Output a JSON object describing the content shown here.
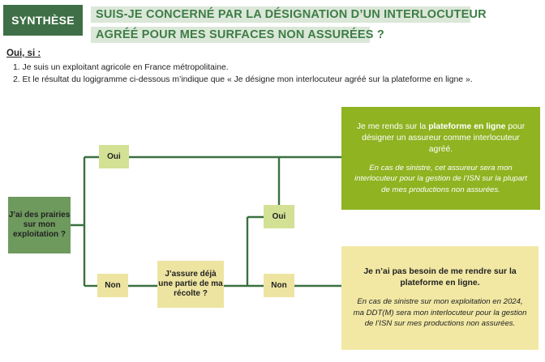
{
  "header": {
    "badge": "SYNTHÈSE",
    "title_line1": "SUIS-JE CONCERNÉ PAR LA DÉSIGNATION D’UN INTERLOCUTEUR",
    "title_line2": "AGRÉÉ POUR MES SURFACES NON ASSURÉES ?"
  },
  "conditions": {
    "title": "Oui, si :",
    "items": [
      "1. Je suis un exploitant agricole en France métropolitaine.",
      "2. Et le résultat du logigramme ci-dessous m’indique que « Je désigne mon interlocuteur agréé sur la plateforme en ligne »."
    ]
  },
  "flow": {
    "q1": "J’ai des prairies sur mon exploitation ?",
    "q2": "J’assure déjà une partie de ma récolte ?",
    "oui": "Oui",
    "non": "Non",
    "result_green": {
      "main_before": "Je me rends sur la ",
      "main_bold": "plateforme en ligne",
      "main_after": " pour désigner un assureur comme interlocuteur agréé.",
      "note": "En cas de sinistre, cet assureur sera mon interlocuteur pour la gestion de l’ISN sur la plupart de mes productions non assurées."
    },
    "result_yellow": {
      "main_before": "Je n’ai pas besoin de me rendre sur la ",
      "main_bold": "plateforme en ligne",
      "main_after": ".",
      "note": "En cas de sinistre sur mon exploitation en 2024, ma DDT(M) sera mon interlocuteur pour la gestion de l’ISN sur mes productions non assurées."
    }
  },
  "colors": {
    "dark_green": "#3e6f46",
    "title_green": "#3e7d46",
    "title_bg": "#dbe7d8",
    "connector": "#3a7040",
    "result_green": "#8fb321",
    "light_green": "#d3e195",
    "yellow": "#ede4a1"
  }
}
